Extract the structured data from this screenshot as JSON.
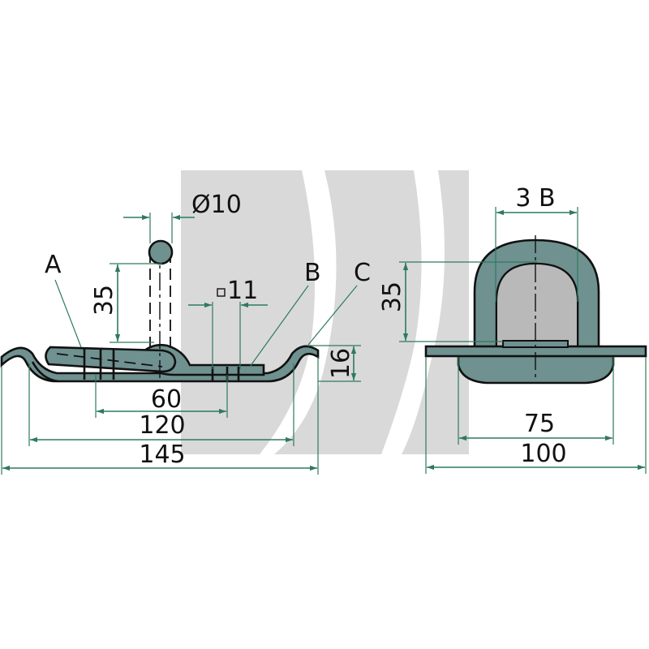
{
  "colors": {
    "part_fill": "#6f9190",
    "dimension": "#2e7a5e",
    "watermark": "#d9d9d9",
    "outline": "#111111"
  },
  "labels": {
    "part_a": "A",
    "part_b": "B",
    "part_c": "C"
  },
  "dimensions": {
    "diameter": "Ø10",
    "height_left": "35",
    "square": "11",
    "thickness": "16",
    "hole_spacing": "60",
    "inner_width": "120",
    "total_length": "145",
    "ring_width": "3 B",
    "height_right": "35",
    "bolt_spacing": "75",
    "plate_width": "100"
  }
}
